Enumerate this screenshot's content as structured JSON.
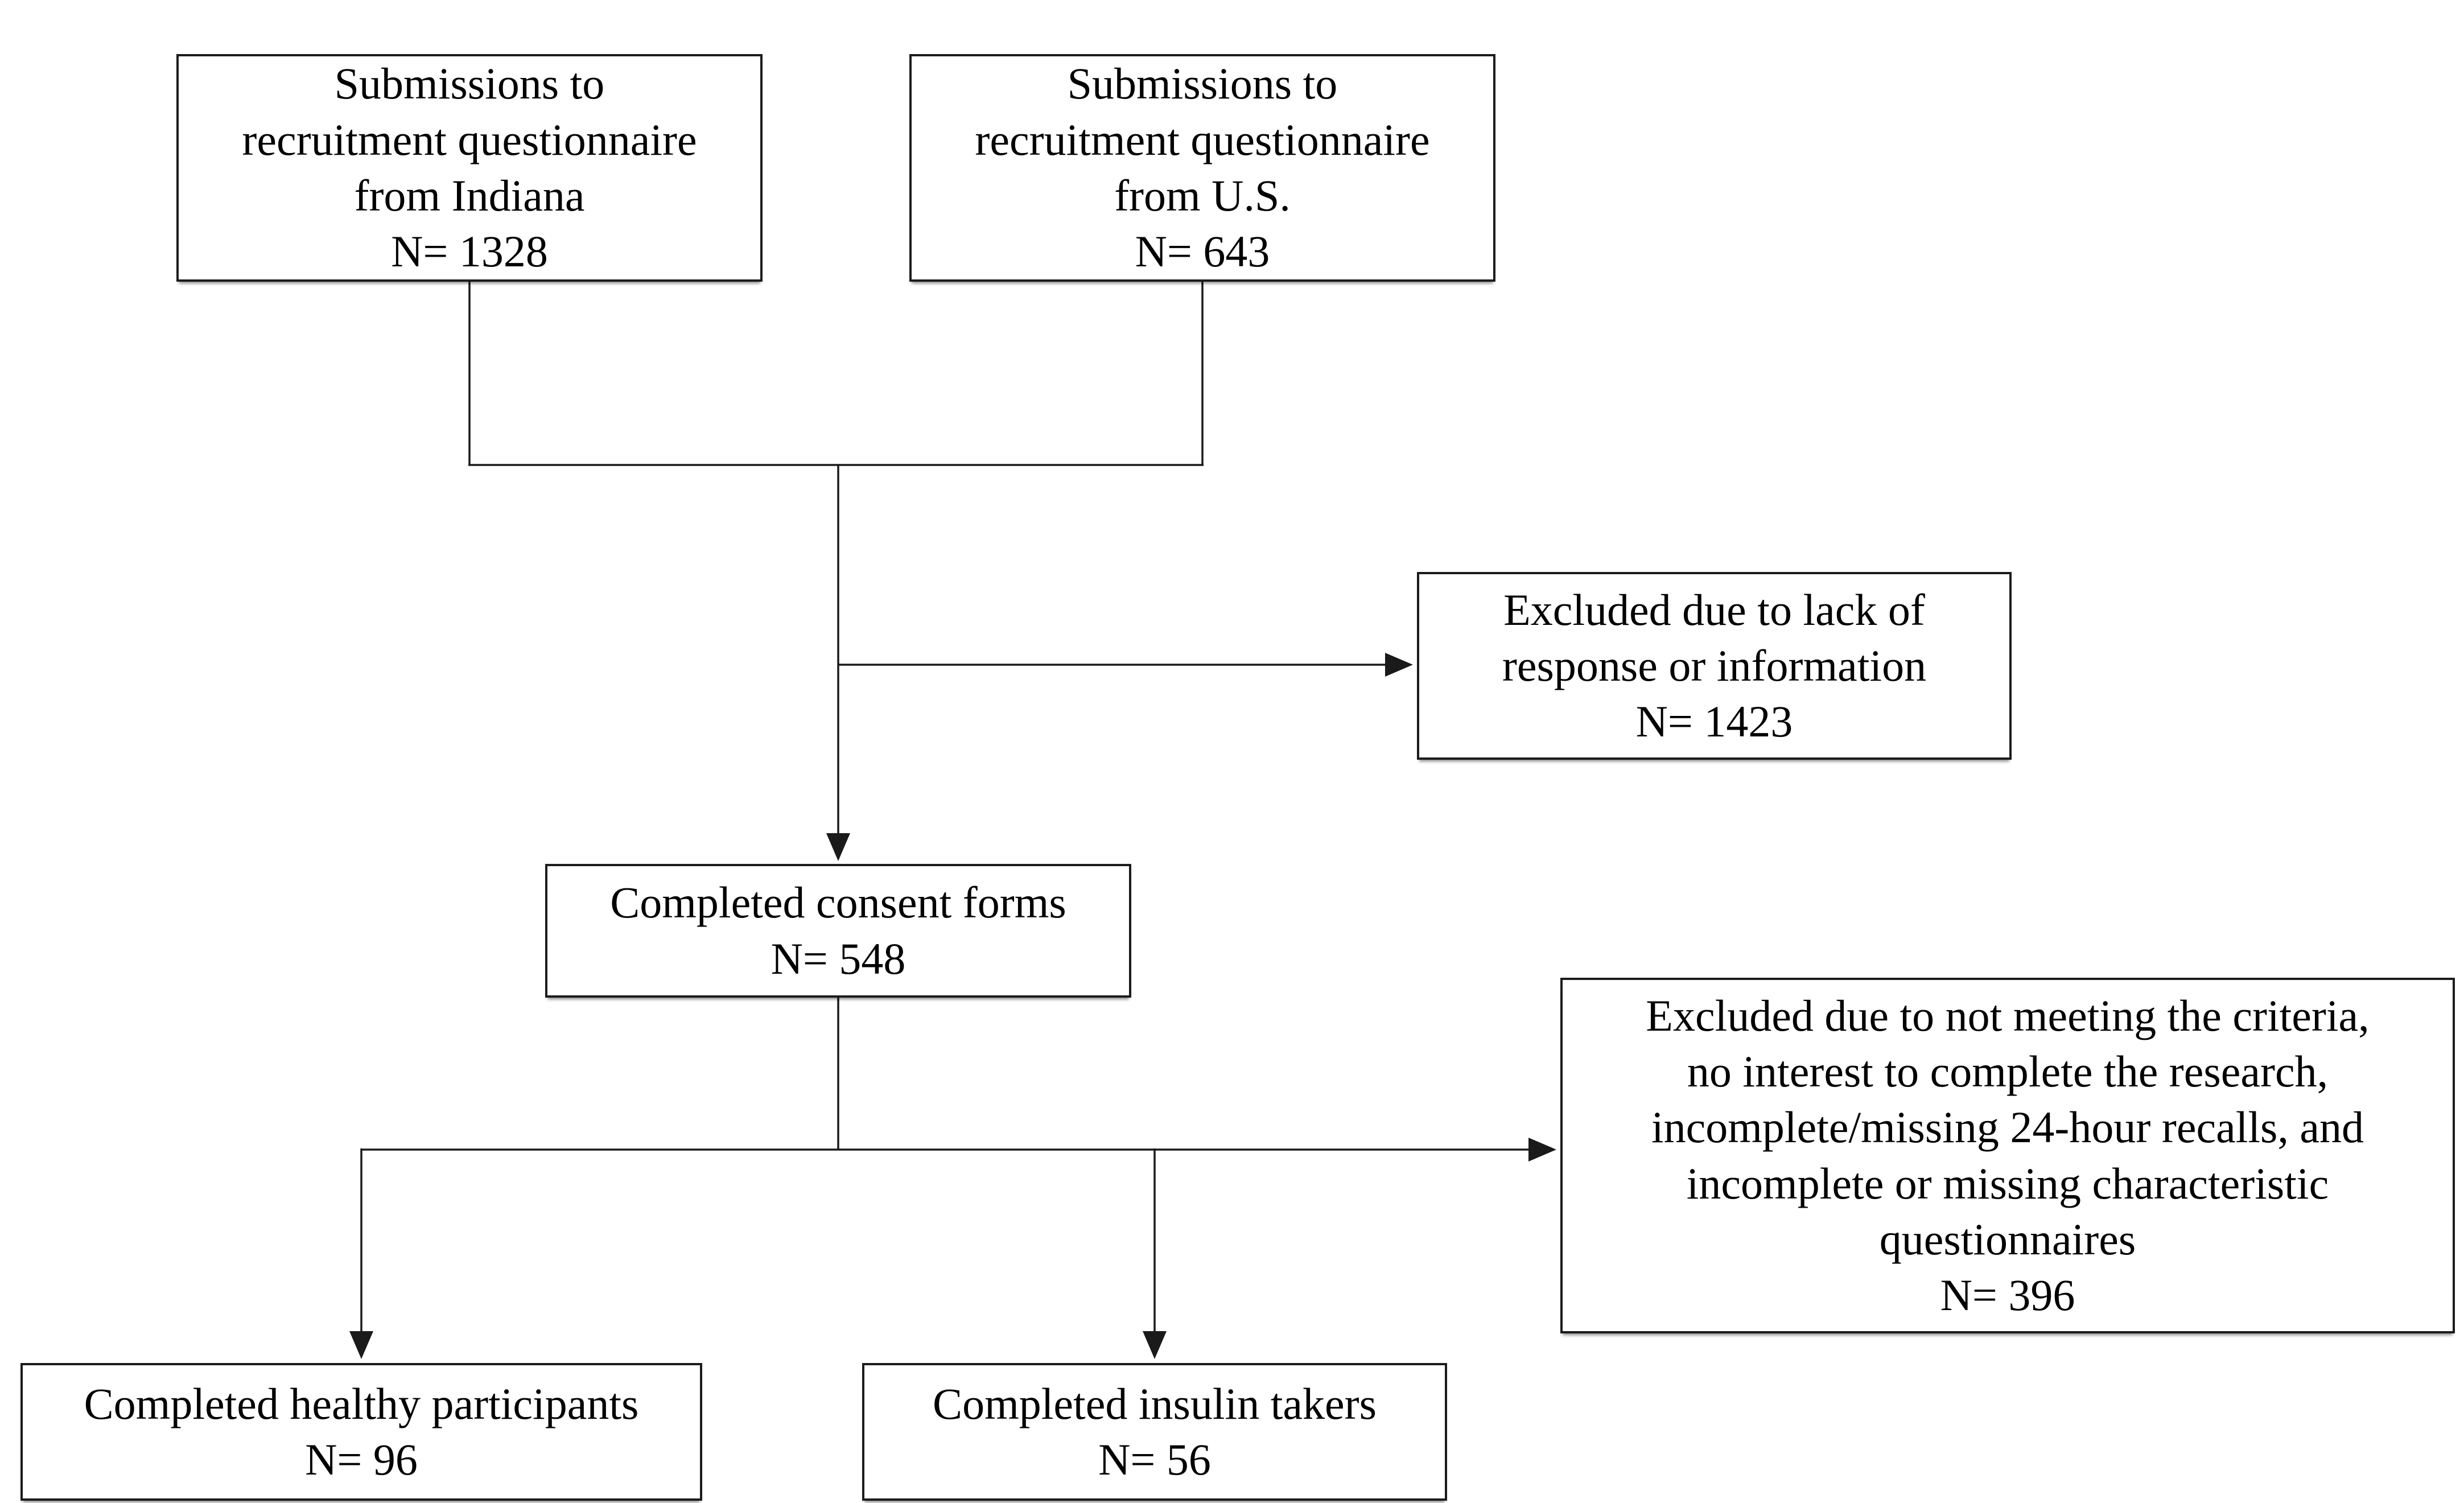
{
  "diagram": {
    "type": "participant-flowchart",
    "colors": {
      "background": "#ffffff",
      "box_border": "#1c1c1c",
      "line": "#1a1a1a",
      "text": "#000000"
    },
    "boxes": {
      "indiana": {
        "text": "Submissions to\nrecruitment questionnaire\nfrom Indiana",
        "n": "N= 1328"
      },
      "us": {
        "text": "Submissions to\nrecruitment questionnaire\nfrom U.S.",
        "n": "N= 643"
      },
      "excluded_no_response": {
        "text": "Excluded due to lack of\nresponse or information",
        "n": "N= 1423"
      },
      "consent": {
        "text": "Completed consent forms",
        "n": "N= 548"
      },
      "excluded_criteria": {
        "text": "Excluded due to not meeting the criteria,\nno interest to complete the research,\nincomplete/missing 24-hour recalls, and\nincomplete or missing characteristic\nquestionnaires",
        "n": "N= 396"
      },
      "healthy": {
        "text": "Completed healthy participants",
        "n": "N= 96"
      },
      "insulin": {
        "text": "Completed insulin takers",
        "n": "N= 56"
      }
    }
  }
}
